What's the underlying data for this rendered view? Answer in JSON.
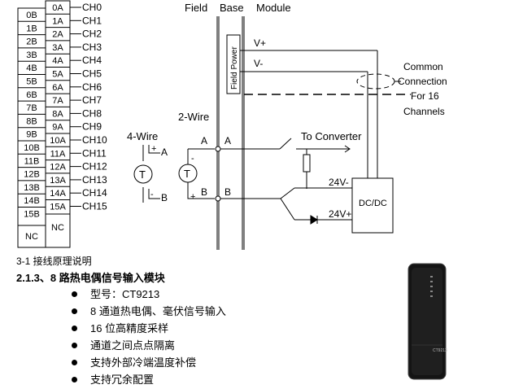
{
  "terminals": {
    "left": [
      "0B",
      "1B",
      "2B",
      "3B",
      "4B",
      "5B",
      "6B",
      "7B",
      "8B",
      "9B",
      "10B",
      "11B",
      "12B",
      "13B",
      "14B",
      "15B",
      "NC"
    ],
    "right": [
      "0A",
      "1A",
      "2A",
      "3A",
      "4A",
      "5A",
      "6A",
      "7A",
      "8A",
      "9A",
      "10A",
      "11A",
      "12A",
      "13A",
      "14A",
      "15A",
      "NC"
    ],
    "channels": [
      "CH0",
      "CH1",
      "CH2",
      "CH3",
      "CH4",
      "CH5",
      "CH6",
      "CH7",
      "CH8",
      "CH9",
      "CH10",
      "CH11",
      "CH12",
      "CH13",
      "CH14",
      "CH15"
    ]
  },
  "diagram": {
    "field": "Field",
    "base": "Base",
    "module": "Module",
    "field_power": "Field Power",
    "v_plus": "V+",
    "v_minus": "V-",
    "common_line1": "Common",
    "common_line2": "Connection",
    "common_line3": "For 16",
    "common_line4": "Channels",
    "two_wire": "2-Wire",
    "four_wire": "4-Wire",
    "a_label": "A",
    "b_label": "B",
    "plus": "+",
    "minus": "-",
    "t": "T",
    "to_converter": "To Converter",
    "v24_minus": "24V-",
    "v24_plus": "24V+",
    "dcdc": "DC/DC"
  },
  "caption": "3-1 接线原理说明",
  "heading": "2.1.3、8 路热电偶信号输入模块",
  "bullets": [
    "型号：CT9213",
    "8 通道热电偶、毫伏信号输入",
    "16 位高精度采样",
    "通道之间点点隔离",
    "支持外部冷端温度补偿",
    "支持冗余配置"
  ],
  "module_label": "CT9213"
}
